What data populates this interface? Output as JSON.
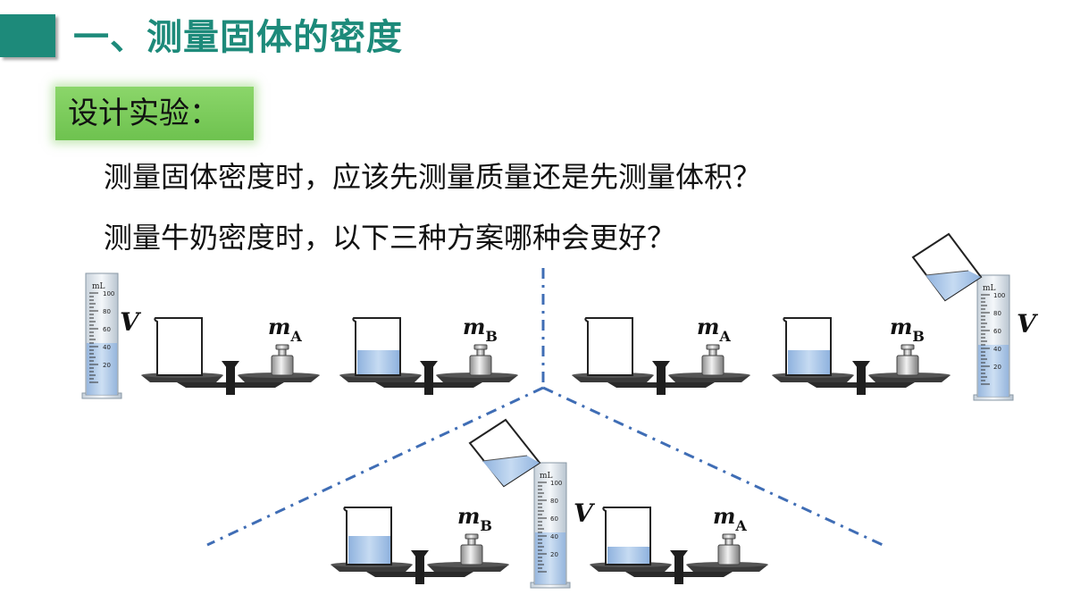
{
  "header": {
    "title": "一、测量固体的密度",
    "accent_color": "#1d8a7a"
  },
  "section": {
    "label": "设计实验：",
    "box_color": "#7cc95a"
  },
  "questions": [
    "测量固体密度时，应该先测量质量还是先测量体积？",
    "测量牛奶密度时，以下三种方案哪种会更好？"
  ],
  "cylinder_scale": {
    "unit": "mL",
    "ticks": [
      "100",
      "80",
      "60",
      "40",
      "20"
    ]
  },
  "symbols": {
    "volume": "V",
    "mass": "m",
    "sub_a": "A",
    "sub_b": "B"
  },
  "colors": {
    "liquid": "#a9c8ea",
    "divider": "#3f6db5"
  }
}
